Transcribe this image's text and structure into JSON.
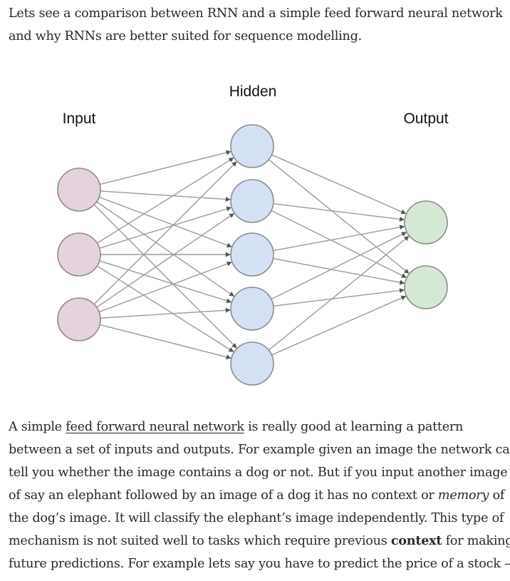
{
  "intro": {
    "line1": "Lets see a comparison between RNN and a simple feed forward neural network",
    "line2": "and why RNNs are better suited for sequence modelling."
  },
  "diagram": {
    "labels": {
      "input": "Input",
      "hidden": "Hidden",
      "output": "Output"
    },
    "layers": [
      {
        "name": "input",
        "count": 3,
        "color": "#e6d1df"
      },
      {
        "name": "hidden",
        "count": 5,
        "color": "#d4e1f4"
      },
      {
        "name": "output",
        "count": 2,
        "color": "#d5e8d4"
      }
    ],
    "edge_color": "#9a9a9a",
    "node_stroke": "#8b8b8b"
  },
  "body": {
    "l1_prefix": "A simple ",
    "l1_link": "feed forward neural network",
    "l1_suffix": " is really good at learning a pattern",
    "l2": "between a set of inputs and outputs. For example given an image the network can",
    "l3": "tell you whether the image contains a dog or not. But if you input another image",
    "l4_prefix": "of say an elephant followed by an image of a dog it has no context or ",
    "l4_em": "memory",
    "l4_suffix": " of",
    "l5": "the dog’s image. It will classify the elephant’s image independently. This type of",
    "l6_prefix": "mechanism is not suited well to tasks which require previous ",
    "l6_strong": "context",
    "l6_suffix": " for making",
    "l7": "future predictions. For example lets say you have to predict the price of a stock —"
  }
}
